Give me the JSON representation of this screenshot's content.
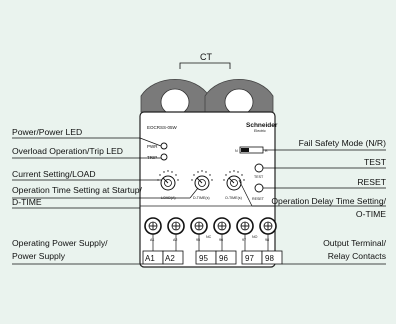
{
  "diagram": {
    "ct_label": "CT",
    "model": "EOCRSS-05W",
    "brand": "Schneider",
    "brand_sub": "Electric",
    "device": {
      "pwr": "PWR",
      "trip": "TRIP",
      "n": "N",
      "r": "R",
      "test": "TEST",
      "reset": "RESET",
      "dial_load": "LOAD(A)",
      "dial_dtime": "D-TIME(s)",
      "dial_otime": "O-TIME(s)",
      "nc": "NC",
      "no": "NO"
    },
    "labels": {
      "power_led": "Power/Power LED",
      "overload_led": "Overload Operation/Trip LED",
      "current_setting": "Current Setting/LOAD",
      "op_time_1": "Operation Time Setting at Startup/",
      "op_time_2": "D-TIME",
      "op_power_1": "Operating Power Supply/",
      "op_power_2": "Power Supply",
      "fail_safety": "Fail Safety Mode (N/R)",
      "test": "TEST",
      "reset": "RESET",
      "op_delay_1": "Operation Delay Time Setting/",
      "op_delay_2": "O-TIME",
      "output_1": "Output Terminal/",
      "output_2": "Relay Contacts"
    },
    "terminals": [
      "A1",
      "A2",
      "95",
      "96",
      "97",
      "98"
    ],
    "terminal_small": [
      "A1",
      "A2",
      "95",
      "96",
      "97",
      "98"
    ]
  }
}
